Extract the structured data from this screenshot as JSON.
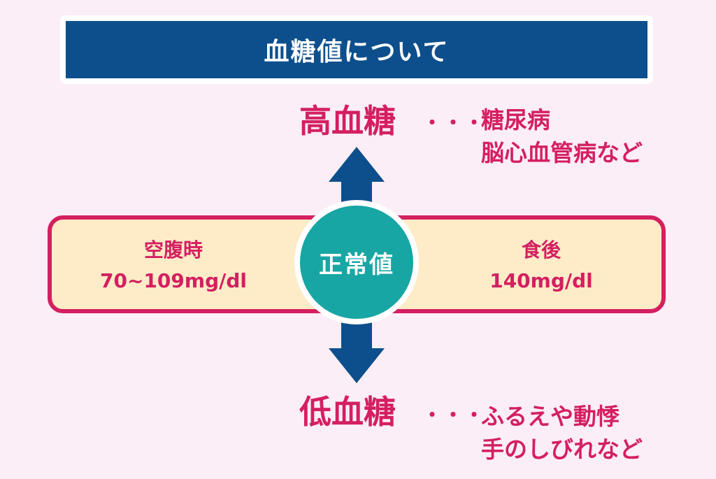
{
  "header": {
    "title": "血糖値について"
  },
  "high": {
    "label": "高血糖",
    "dots": "・・・",
    "effects": [
      "糖尿病",
      "脳心血管病など"
    ]
  },
  "low": {
    "label": "低血糖",
    "dots": "・・・",
    "effects": [
      "ふるえや動悸",
      "手のしびれなど"
    ]
  },
  "normal": {
    "label": "正常値",
    "fasting": {
      "label": "空腹時",
      "value": "70~109mg/dl"
    },
    "after_meal": {
      "label": "食後",
      "value": "140mg/dl"
    }
  },
  "colors": {
    "header_bg": "#0d4f8c",
    "accent": "#d41f61",
    "band_bg": "#fdecc7",
    "circle": "#17a6a4",
    "arrow": "#0d4f8c",
    "page_bg": "#fceef6"
  }
}
